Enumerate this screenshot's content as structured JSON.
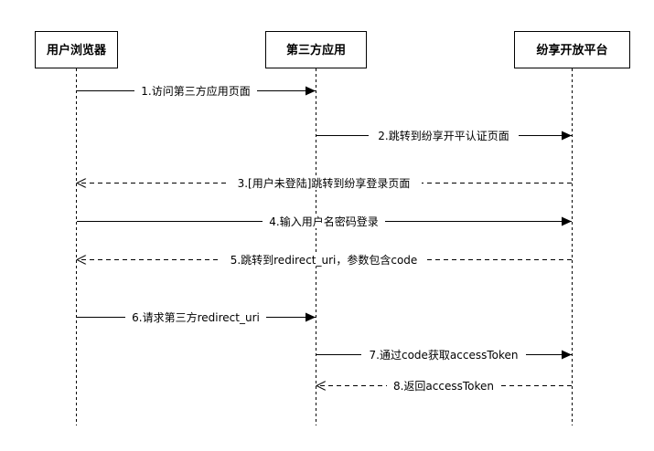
{
  "participants": [
    {
      "id": "browser",
      "label": "用户浏览器"
    },
    {
      "id": "thirdparty",
      "label": "第三方应用"
    },
    {
      "id": "platform",
      "label": "纷享开放平台"
    }
  ],
  "messages": [
    {
      "from": "browser",
      "to": "thirdparty",
      "style": "solid",
      "label": "1.访问第三方应用页面"
    },
    {
      "from": "thirdparty",
      "to": "platform",
      "style": "solid",
      "label": "2.跳转到纷享开平认证页面"
    },
    {
      "from": "platform",
      "to": "browser",
      "style": "dashed",
      "label": "3.[用户未登陆]跳转到纷享登录页面"
    },
    {
      "from": "browser",
      "to": "platform",
      "style": "solid",
      "label": "4.输入用户名密码登录"
    },
    {
      "from": "platform",
      "to": "browser",
      "style": "dashed",
      "label": "5.跳转到redirect_uri，参数包含code"
    },
    {
      "from": "browser",
      "to": "thirdparty",
      "style": "solid",
      "label": "6.请求第三方redirect_uri"
    },
    {
      "from": "thirdparty",
      "to": "platform",
      "style": "solid",
      "label": "7.通过code获取accessToken"
    },
    {
      "from": "platform",
      "to": "thirdparty",
      "style": "dashed",
      "label": "8.返回accessToken"
    }
  ]
}
